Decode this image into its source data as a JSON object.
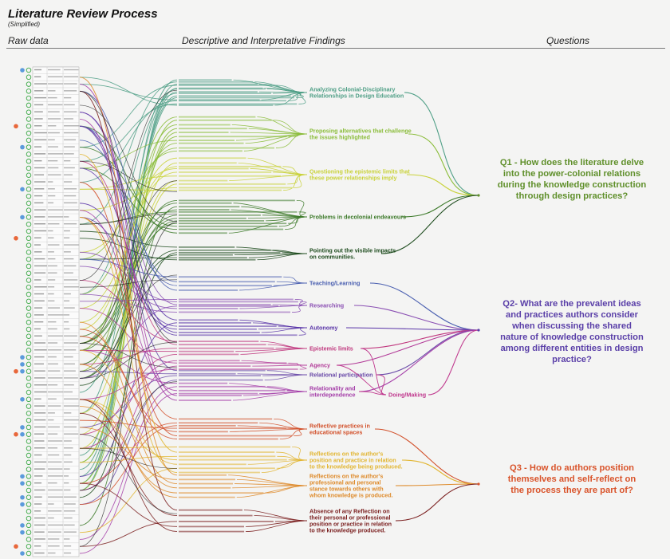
{
  "header": {
    "title": "Literature Review Process",
    "subtitle": "(Simplified)",
    "col_raw": "Raw data",
    "col_findings": "Descriptive and Interpretative Findings",
    "col_questions": "Questions"
  },
  "categories": [
    {
      "lines": [
        "Analyzing Colonial-Disciplinary",
        "Relationships in Design Education"
      ],
      "color": "#4f9f86"
    },
    {
      "lines": [
        "Proposing alternatives that challenge",
        "the issues highlighted"
      ],
      "color": "#8bbd3b"
    },
    {
      "lines": [
        "Questioning the epistemic limits that",
        "these power relationships imply"
      ],
      "color": "#c9d23a"
    },
    {
      "lines": [
        "Problems in decolonial endeavours"
      ],
      "color": "#3d7a2a"
    },
    {
      "lines": [
        "Pointing out the visible impacts",
        "on communities."
      ],
      "color": "#1f4d1f"
    },
    {
      "lines": [
        "Teaching/Learning"
      ],
      "color": "#4a5fb0"
    },
    {
      "lines": [
        "Researching"
      ],
      "color": "#8a4fb3"
    },
    {
      "lines": [
        "Autonomy"
      ],
      "color": "#5a35a8"
    },
    {
      "lines": [
        "Epistemic limits"
      ],
      "color": "#c0377e"
    },
    {
      "lines": [
        "Agency"
      ],
      "color": "#b23a98"
    },
    {
      "lines": [
        "Relational participation"
      ],
      "color": "#6a4aa8"
    },
    {
      "lines": [
        "Relationality and",
        "interdependence"
      ],
      "color": "#a43da8"
    },
    {
      "lines": [
        "Doing/Making"
      ],
      "color": "#c0398e"
    },
    {
      "lines": [
        "Reflective practices in",
        "educational spaces"
      ],
      "color": "#d2502a"
    },
    {
      "lines": [
        "Reflections on the author's",
        "position and practice in relation",
        "to the knowledge being produced."
      ],
      "color": "#e2b633"
    },
    {
      "lines": [
        "Reflections on the author's",
        "professional and personal",
        "stance towards others with",
        "whom knowledge is produced."
      ],
      "color": "#de8a2a"
    },
    {
      "lines": [
        "Absence of any Reflection on",
        "their personal or professional",
        "position or practice in relation",
        "to the knowledge produced."
      ],
      "color": "#7a1e1e"
    }
  ],
  "questions": [
    {
      "lines": [
        "Q1 - How does the literature delve",
        "into the power-colonial relations",
        "during the knowledge construction",
        "through design practices?"
      ],
      "color": "#5f8f2a"
    },
    {
      "lines": [
        "Q2- What are the prevalent ideas",
        "and practices authors consider",
        "when discussing the shared",
        "nature of knowledge construction",
        "among different entities in design",
        "practice?"
      ],
      "color": "#5a3fa8"
    },
    {
      "lines": [
        "Q3 - How do authors position",
        "themselves and self-reflect on",
        "the process they are part of?"
      ],
      "color": "#d9532a"
    }
  ]
}
